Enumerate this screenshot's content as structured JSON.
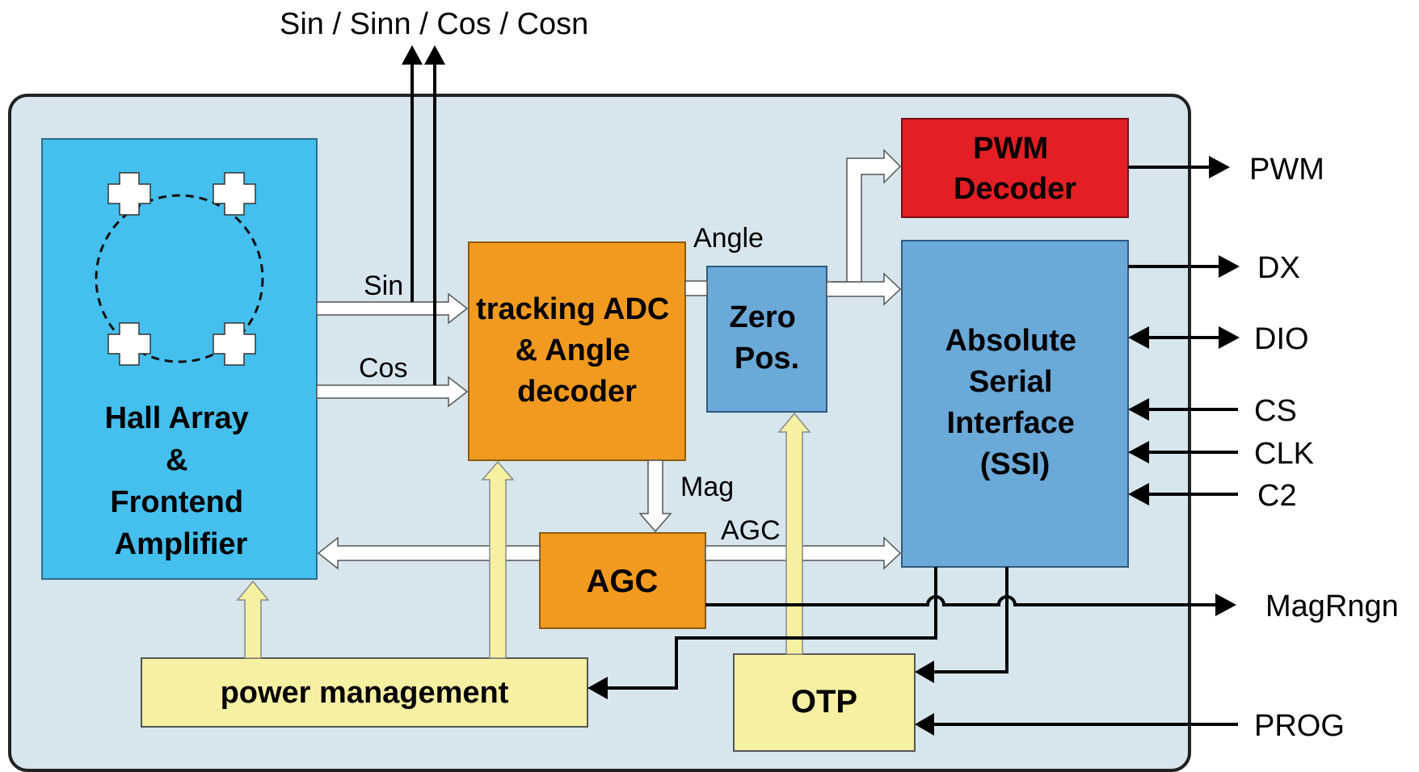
{
  "top_signal_label": "Sin / Sinn / Cos / Cosn",
  "blocks": {
    "hall": {
      "lines": [
        "Hall Array",
        "&",
        "Frontend",
        "Amplifier"
      ]
    },
    "adc": {
      "lines": [
        "tracking ADC",
        "& Angle",
        "decoder"
      ]
    },
    "zero": {
      "lines": [
        "Zero",
        "Pos."
      ]
    },
    "pwm": {
      "lines": [
        "PWM",
        "Decoder"
      ]
    },
    "ssi": {
      "lines": [
        "Absolute",
        "Serial",
        "Interface",
        "(SSI)"
      ]
    },
    "agc": {
      "lines": [
        "AGC"
      ]
    },
    "power": {
      "lines": [
        "power management"
      ]
    },
    "otp": {
      "lines": [
        "OTP"
      ]
    }
  },
  "internal_signals": {
    "sin": "Sin",
    "cos": "Cos",
    "angle": "Angle",
    "mag": "Mag",
    "agc": "AGC"
  },
  "pins": {
    "pwm": "PWM",
    "dx": "DX",
    "dio": "DIO",
    "cs": "CS",
    "clk": "CLK",
    "c2": "C2",
    "magrngn": "MagRngn",
    "prog": "PROG"
  },
  "colors": {
    "chip_bg": "#d6e6ec",
    "hall": "#45bfed",
    "adc": "#f29a1f",
    "zero": "#6aa9d8",
    "pwm": "#e31e24",
    "ssi": "#6aa9d8",
    "agc": "#f29a1f",
    "power": "#f6f0a2",
    "otp": "#f6f0a2"
  }
}
